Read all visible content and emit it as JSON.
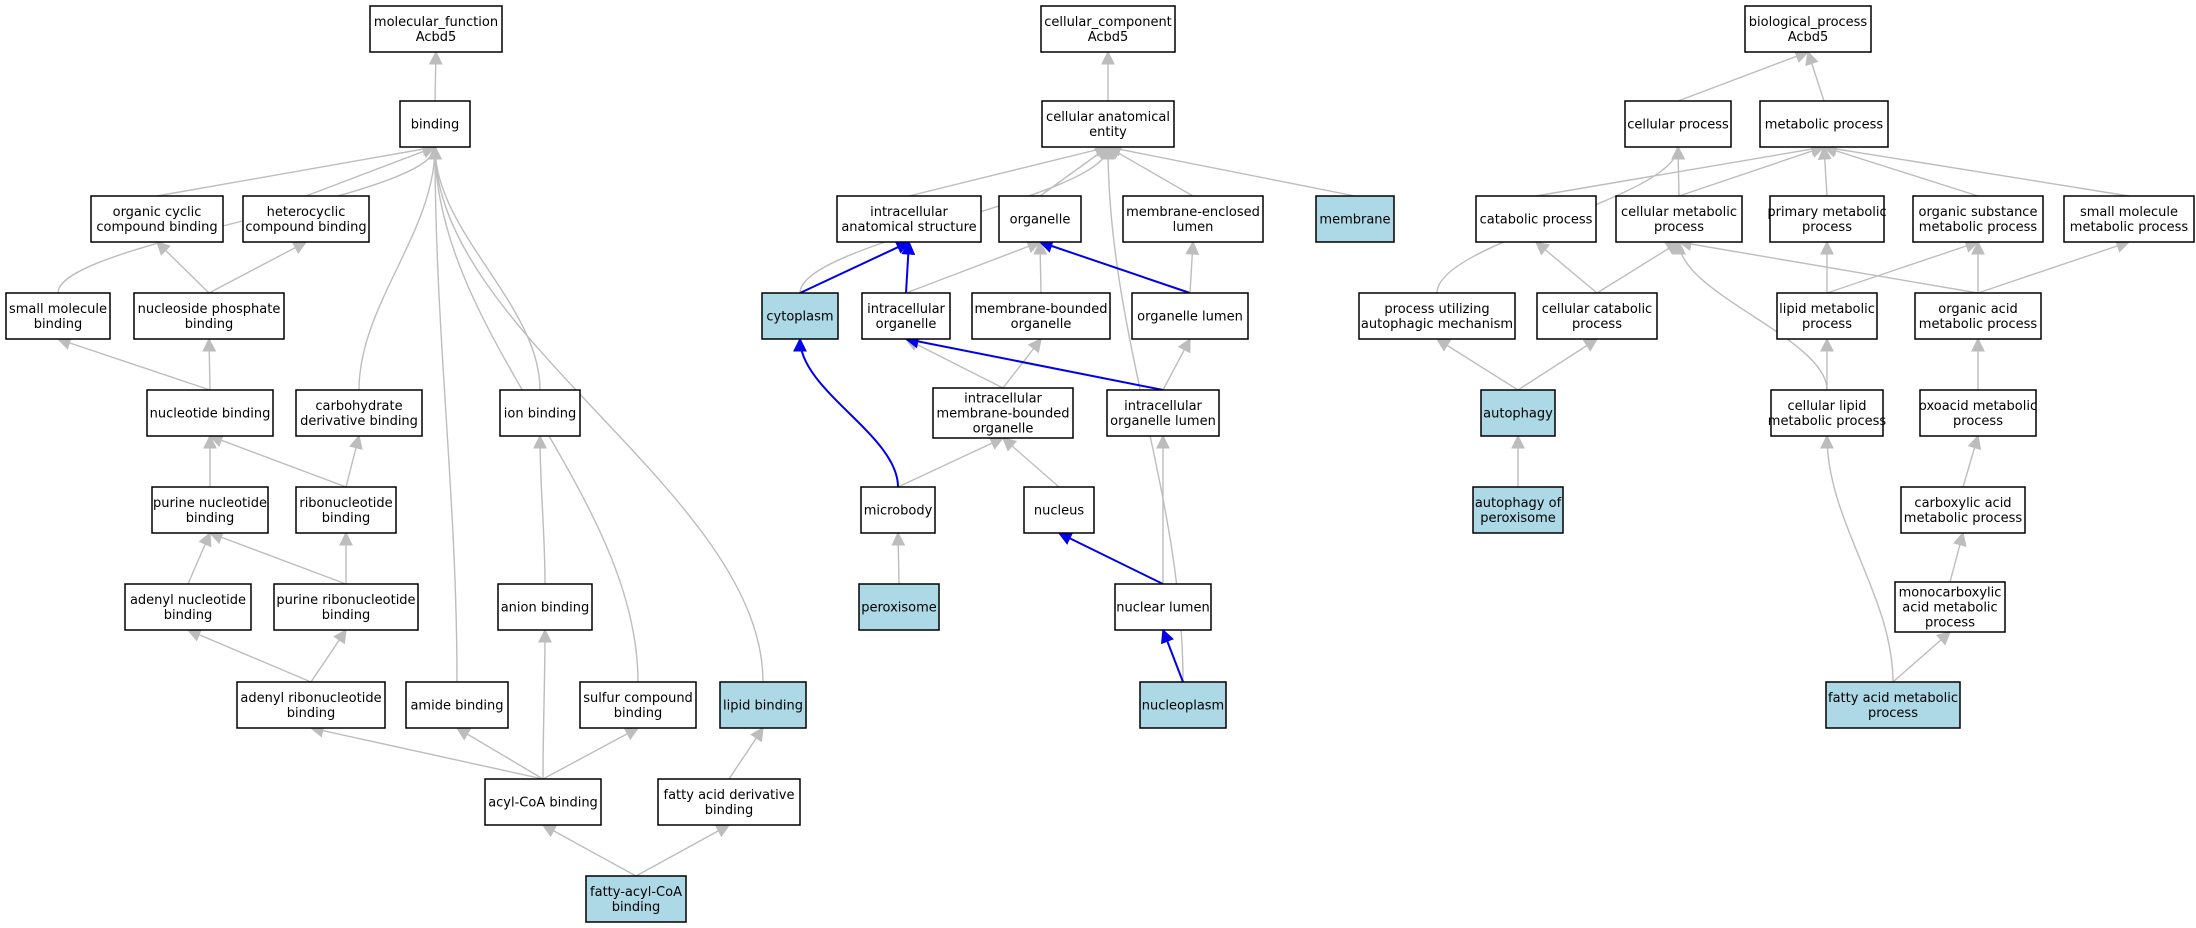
{
  "colors": {
    "highlight_fill": "#add8e6",
    "normal_fill": "#ffffff",
    "border": "#000000",
    "edge_gray": "#bdbdbd",
    "edge_blue": "#0000ee"
  },
  "nodes": [
    {
      "id": "mf_root",
      "lines": [
        "molecular_function",
        "Acbd5"
      ],
      "hl": false
    },
    {
      "id": "binding",
      "lines": [
        "binding"
      ],
      "hl": false
    },
    {
      "id": "organic_cyclic",
      "lines": [
        "organic cyclic",
        "compound binding"
      ],
      "hl": false
    },
    {
      "id": "heterocyclic",
      "lines": [
        "heterocyclic",
        "compound binding"
      ],
      "hl": false
    },
    {
      "id": "small_mol_binding",
      "lines": [
        "small molecule",
        "binding"
      ],
      "hl": false
    },
    {
      "id": "nucleoside_phosphate",
      "lines": [
        "nucleoside phosphate",
        "binding"
      ],
      "hl": false
    },
    {
      "id": "nucleotide_binding",
      "lines": [
        "nucleotide binding"
      ],
      "hl": false
    },
    {
      "id": "carb_deriv",
      "lines": [
        "carbohydrate",
        "derivative binding"
      ],
      "hl": false
    },
    {
      "id": "ion_binding",
      "lines": [
        "ion binding"
      ],
      "hl": false
    },
    {
      "id": "purine_nucleotide",
      "lines": [
        "purine nucleotide",
        "binding"
      ],
      "hl": false
    },
    {
      "id": "ribonucleotide",
      "lines": [
        "ribonucleotide",
        "binding"
      ],
      "hl": false
    },
    {
      "id": "adenyl_nucleotide",
      "lines": [
        "adenyl nucleotide",
        "binding"
      ],
      "hl": false
    },
    {
      "id": "purine_ribonucleotide",
      "lines": [
        "purine ribonucleotide",
        "binding"
      ],
      "hl": false
    },
    {
      "id": "anion_binding",
      "lines": [
        "anion binding"
      ],
      "hl": false
    },
    {
      "id": "adenyl_ribonucleotide",
      "lines": [
        "adenyl ribonucleotide",
        "binding"
      ],
      "hl": false
    },
    {
      "id": "amide_binding",
      "lines": [
        "amide binding"
      ],
      "hl": false
    },
    {
      "id": "sulfur_compound",
      "lines": [
        "sulfur compound",
        "binding"
      ],
      "hl": false
    },
    {
      "id": "lipid_binding",
      "lines": [
        "lipid binding"
      ],
      "hl": true
    },
    {
      "id": "acyl_coa",
      "lines": [
        "acyl-CoA binding"
      ],
      "hl": false
    },
    {
      "id": "fatty_acid_deriv",
      "lines": [
        "fatty acid derivative",
        "binding"
      ],
      "hl": false
    },
    {
      "id": "fatty_acyl_coa",
      "lines": [
        "fatty-acyl-CoA",
        "binding"
      ],
      "hl": true
    },
    {
      "id": "cc_root",
      "lines": [
        "cellular_component",
        "Acbd5"
      ],
      "hl": false
    },
    {
      "id": "cell_anat",
      "lines": [
        "cellular anatomical",
        "entity"
      ],
      "hl": false
    },
    {
      "id": "intracellular_anat",
      "lines": [
        "intracellular",
        "anatomical structure"
      ],
      "hl": false
    },
    {
      "id": "organelle",
      "lines": [
        "organelle"
      ],
      "hl": false
    },
    {
      "id": "membrane_enclosed",
      "lines": [
        "membrane-enclosed",
        "lumen"
      ],
      "hl": false
    },
    {
      "id": "membrane",
      "lines": [
        "membrane"
      ],
      "hl": true
    },
    {
      "id": "cytoplasm",
      "lines": [
        "cytoplasm"
      ],
      "hl": true
    },
    {
      "id": "intracellular_organelle",
      "lines": [
        "intracellular",
        "organelle"
      ],
      "hl": false
    },
    {
      "id": "membrane_bounded",
      "lines": [
        "membrane-bounded",
        "organelle"
      ],
      "hl": false
    },
    {
      "id": "organelle_lumen",
      "lines": [
        "organelle lumen"
      ],
      "hl": false
    },
    {
      "id": "intra_mb_organelle",
      "lines": [
        "intracellular",
        "membrane-bounded",
        "organelle"
      ],
      "hl": false
    },
    {
      "id": "intra_organelle_lumen",
      "lines": [
        "intracellular",
        "organelle lumen"
      ],
      "hl": false
    },
    {
      "id": "microbody",
      "lines": [
        "microbody"
      ],
      "hl": false
    },
    {
      "id": "nucleus",
      "lines": [
        "nucleus"
      ],
      "hl": false
    },
    {
      "id": "peroxisome",
      "lines": [
        "peroxisome"
      ],
      "hl": true
    },
    {
      "id": "nuclear_lumen",
      "lines": [
        "nuclear lumen"
      ],
      "hl": false
    },
    {
      "id": "nucleoplasm",
      "lines": [
        "nucleoplasm"
      ],
      "hl": true
    },
    {
      "id": "bp_root",
      "lines": [
        "biological_process",
        "Acbd5"
      ],
      "hl": false
    },
    {
      "id": "cellular_process",
      "lines": [
        "cellular process"
      ],
      "hl": false
    },
    {
      "id": "metabolic_process",
      "lines": [
        "metabolic process"
      ],
      "hl": false
    },
    {
      "id": "catabolic",
      "lines": [
        "catabolic process"
      ],
      "hl": false
    },
    {
      "id": "cellular_metabolic",
      "lines": [
        "cellular metabolic",
        "process"
      ],
      "hl": false
    },
    {
      "id": "primary_metabolic",
      "lines": [
        "primary metabolic",
        "process"
      ],
      "hl": false
    },
    {
      "id": "organic_substance",
      "lines": [
        "organic substance",
        "metabolic process"
      ],
      "hl": false
    },
    {
      "id": "small_mol_metabolic",
      "lines": [
        "small molecule",
        "metabolic process"
      ],
      "hl": false
    },
    {
      "id": "process_autophagic",
      "lines": [
        "process utilizing",
        "autophagic mechanism"
      ],
      "hl": false
    },
    {
      "id": "cellular_catabolic",
      "lines": [
        "cellular catabolic",
        "process"
      ],
      "hl": false
    },
    {
      "id": "lipid_metabolic",
      "lines": [
        "lipid metabolic",
        "process"
      ],
      "hl": false
    },
    {
      "id": "organic_acid",
      "lines": [
        "organic acid",
        "metabolic process"
      ],
      "hl": false
    },
    {
      "id": "autophagy",
      "lines": [
        "autophagy"
      ],
      "hl": true
    },
    {
      "id": "cellular_lipid",
      "lines": [
        "cellular lipid",
        "metabolic process"
      ],
      "hl": false
    },
    {
      "id": "oxoacid",
      "lines": [
        "oxoacid metabolic",
        "process"
      ],
      "hl": false
    },
    {
      "id": "autophagy_perox",
      "lines": [
        "autophagy of",
        "peroxisome"
      ],
      "hl": true
    },
    {
      "id": "carboxylic",
      "lines": [
        "carboxylic acid",
        "metabolic process"
      ],
      "hl": false
    },
    {
      "id": "monocarboxylic",
      "lines": [
        "monocarboxylic",
        "acid metabolic",
        "process"
      ],
      "hl": false
    },
    {
      "id": "fatty_acid_metabolic",
      "lines": [
        "fatty acid metabolic",
        "process"
      ],
      "hl": true
    }
  ],
  "edges": [
    [
      "binding",
      "mf_root",
      false
    ],
    [
      "organic_cyclic",
      "binding",
      false
    ],
    [
      "heterocyclic",
      "binding",
      false
    ],
    [
      "small_mol_binding",
      "binding",
      false
    ],
    [
      "carb_deriv",
      "binding",
      false
    ],
    [
      "ion_binding",
      "binding",
      false
    ],
    [
      "amide_binding",
      "binding",
      false
    ],
    [
      "sulfur_compound",
      "binding",
      false
    ],
    [
      "lipid_binding",
      "binding",
      false
    ],
    [
      "nucleoside_phosphate",
      "organic_cyclic",
      false
    ],
    [
      "nucleoside_phosphate",
      "heterocyclic",
      false
    ],
    [
      "nucleotide_binding",
      "nucleoside_phosphate",
      false
    ],
    [
      "nucleotide_binding",
      "small_mol_binding",
      false
    ],
    [
      "purine_nucleotide",
      "nucleotide_binding",
      false
    ],
    [
      "ribonucleotide",
      "nucleotide_binding",
      false
    ],
    [
      "ribonucleotide",
      "carb_deriv",
      false
    ],
    [
      "adenyl_nucleotide",
      "purine_nucleotide",
      false
    ],
    [
      "purine_ribonucleotide",
      "purine_nucleotide",
      false
    ],
    [
      "purine_ribonucleotide",
      "ribonucleotide",
      false
    ],
    [
      "anion_binding",
      "ion_binding",
      false
    ],
    [
      "adenyl_ribonucleotide",
      "adenyl_nucleotide",
      false
    ],
    [
      "adenyl_ribonucleotide",
      "purine_ribonucleotide",
      false
    ],
    [
      "acyl_coa",
      "adenyl_ribonucleotide",
      false
    ],
    [
      "acyl_coa",
      "amide_binding",
      false
    ],
    [
      "acyl_coa",
      "anion_binding",
      false
    ],
    [
      "acyl_coa",
      "sulfur_compound",
      false
    ],
    [
      "fatty_acid_deriv",
      "lipid_binding",
      false
    ],
    [
      "fatty_acyl_coa",
      "acyl_coa",
      false
    ],
    [
      "fatty_acyl_coa",
      "fatty_acid_deriv",
      false
    ],
    [
      "cell_anat",
      "cc_root",
      false
    ],
    [
      "intracellular_anat",
      "cell_anat",
      false
    ],
    [
      "organelle",
      "cell_anat",
      false
    ],
    [
      "membrane_enclosed",
      "cell_anat",
      false
    ],
    [
      "membrane",
      "cell_anat",
      false
    ],
    [
      "cytoplasm",
      "cell_anat",
      false
    ],
    [
      "nucleoplasm",
      "cell_anat",
      false
    ],
    [
      "cytoplasm",
      "intracellular_anat",
      true
    ],
    [
      "intracellular_organelle",
      "intracellular_anat",
      true
    ],
    [
      "intracellular_organelle",
      "organelle",
      false
    ],
    [
      "membrane_bounded",
      "organelle",
      false
    ],
    [
      "organelle_lumen",
      "organelle",
      true
    ],
    [
      "organelle_lumen",
      "membrane_enclosed",
      false
    ],
    [
      "intra_mb_organelle",
      "intracellular_organelle",
      false
    ],
    [
      "intra_mb_organelle",
      "membrane_bounded",
      false
    ],
    [
      "intra_organelle_lumen",
      "organelle_lumen",
      false
    ],
    [
      "intra_organelle_lumen",
      "intracellular_organelle",
      true
    ],
    [
      "microbody",
      "intra_mb_organelle",
      false
    ],
    [
      "microbody",
      "cytoplasm",
      true
    ],
    [
      "nucleus",
      "intra_mb_organelle",
      false
    ],
    [
      "peroxisome",
      "microbody",
      false
    ],
    [
      "nuclear_lumen",
      "intra_organelle_lumen",
      false
    ],
    [
      "nuclear_lumen",
      "nucleus",
      true
    ],
    [
      "nucleoplasm",
      "nuclear_lumen",
      true
    ],
    [
      "cellular_process",
      "bp_root",
      false
    ],
    [
      "metabolic_process",
      "bp_root",
      false
    ],
    [
      "catabolic",
      "metabolic_process",
      false
    ],
    [
      "cellular_metabolic",
      "cellular_process",
      false
    ],
    [
      "cellular_metabolic",
      "metabolic_process",
      false
    ],
    [
      "primary_metabolic",
      "metabolic_process",
      false
    ],
    [
      "organic_substance",
      "metabolic_process",
      false
    ],
    [
      "small_mol_metabolic",
      "metabolic_process",
      false
    ],
    [
      "process_autophagic",
      "cellular_process",
      false
    ],
    [
      "cellular_catabolic",
      "catabolic",
      false
    ],
    [
      "cellular_catabolic",
      "cellular_metabolic",
      false
    ],
    [
      "lipid_metabolic",
      "primary_metabolic",
      false
    ],
    [
      "lipid_metabolic",
      "organic_substance",
      false
    ],
    [
      "organic_acid",
      "organic_substance",
      false
    ],
    [
      "organic_acid",
      "small_mol_metabolic",
      false
    ],
    [
      "organic_acid",
      "cellular_metabolic",
      false
    ],
    [
      "autophagy",
      "process_autophagic",
      false
    ],
    [
      "autophagy",
      "cellular_catabolic",
      false
    ],
    [
      "cellular_lipid",
      "lipid_metabolic",
      false
    ],
    [
      "cellular_lipid",
      "cellular_metabolic",
      false
    ],
    [
      "oxoacid",
      "organic_acid",
      false
    ],
    [
      "autophagy_perox",
      "autophagy",
      false
    ],
    [
      "carboxylic",
      "oxoacid",
      false
    ],
    [
      "monocarboxylic",
      "carboxylic",
      false
    ],
    [
      "fatty_acid_metabolic",
      "monocarboxylic",
      false
    ],
    [
      "fatty_acid_metabolic",
      "cellular_lipid",
      false
    ]
  ]
}
